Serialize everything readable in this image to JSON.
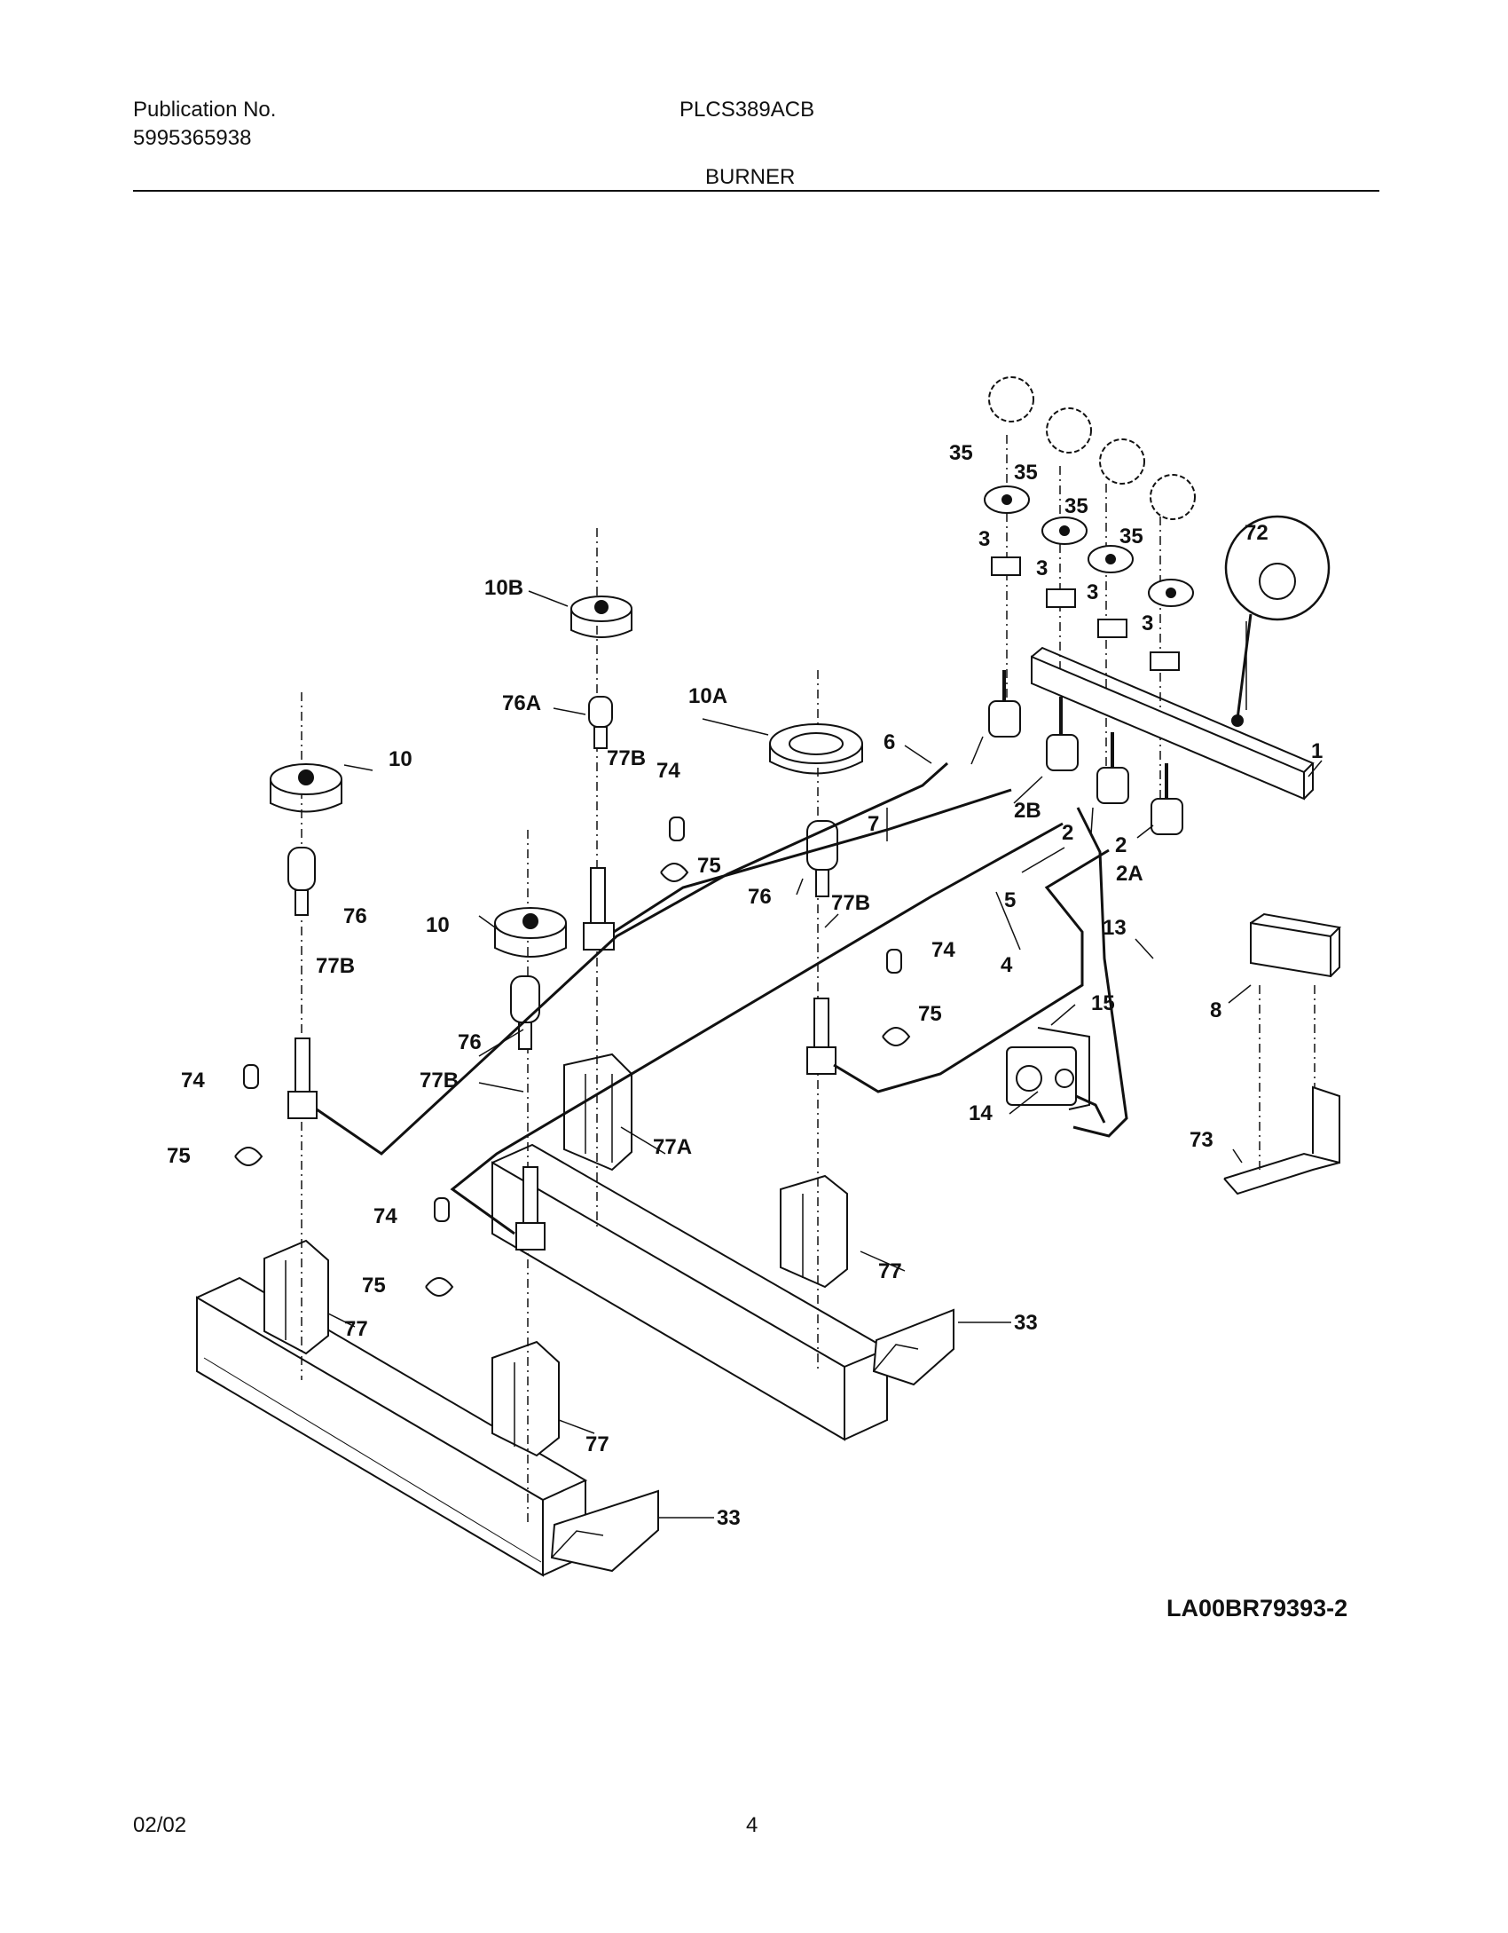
{
  "header": {
    "publication_label": "Publication No.",
    "publication_number": "5995365938",
    "model": "PLCS389ACB",
    "section_title": "BURNER"
  },
  "diagram": {
    "reference_code": "LA00BR79393-2",
    "callouts": {
      "c1": "1",
      "c2a": "2",
      "c2b": "2",
      "c2A": "2A",
      "c2B": "2B",
      "c3a": "3",
      "c3b": "3",
      "c3c": "3",
      "c3d": "3",
      "c4": "4",
      "c5": "5",
      "c6": "6",
      "c7": "7",
      "c8": "8",
      "c10a": "10",
      "c10b": "10",
      "c10A": "10A",
      "c10B": "10B",
      "c13": "13",
      "c14": "14",
      "c15": "15",
      "c33a": "33",
      "c33b": "33",
      "c35a": "35",
      "c35b": "35",
      "c35c": "35",
      "c35d": "35",
      "c72": "72",
      "c73": "73",
      "c74a": "74",
      "c74b": "74",
      "c74c": "74",
      "c74d": "74",
      "c75a": "75",
      "c75b": "75",
      "c75c": "75",
      "c75d": "75",
      "c76a": "76",
      "c76b": "76",
      "c76c": "76",
      "c76A": "76A",
      "c77a": "77",
      "c77b": "77",
      "c77c": "77",
      "c77A": "77A",
      "c77Ba": "77B",
      "c77Bb": "77B",
      "c77Bc": "77B",
      "c77Bd": "77B"
    }
  },
  "footer": {
    "date": "02/02",
    "page_number": "4"
  }
}
